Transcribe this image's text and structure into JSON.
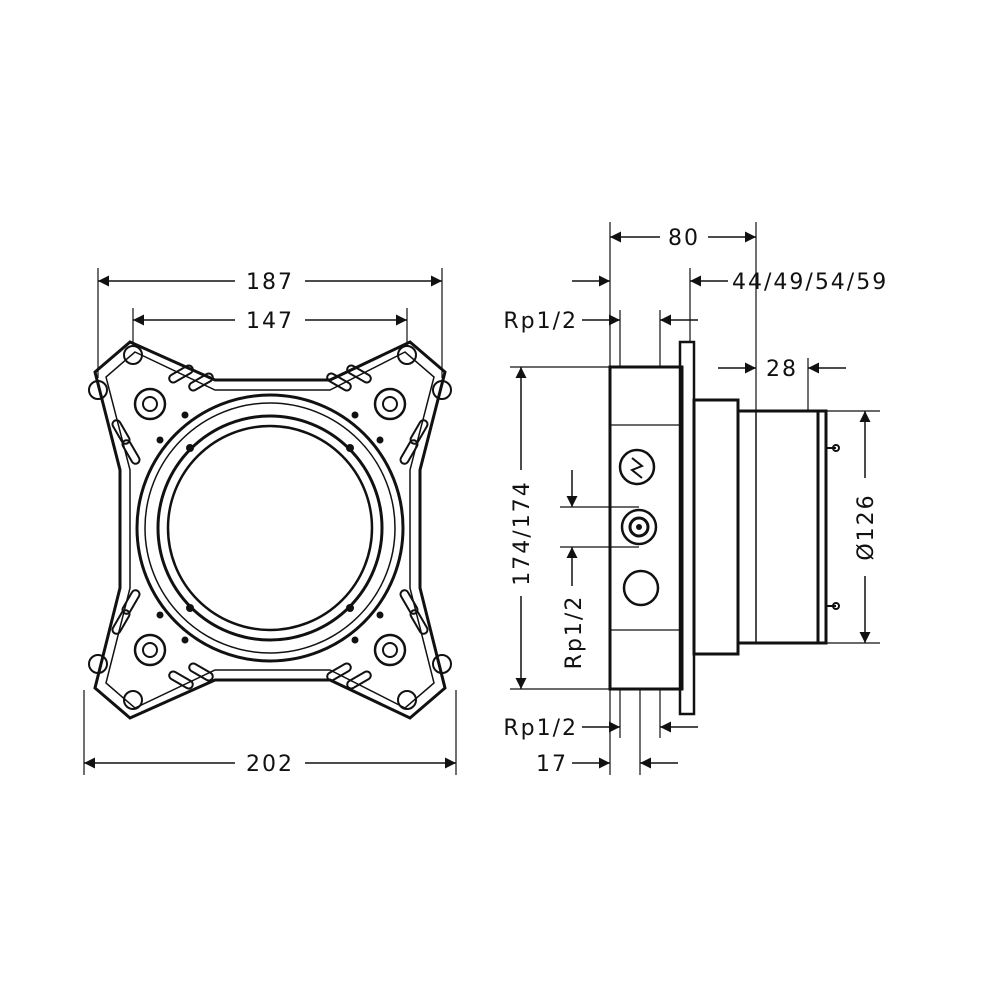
{
  "front_view": {
    "width_outer": "187",
    "width_holes": "147",
    "width_total": "202"
  },
  "side_view": {
    "depth_total": "80",
    "depth_range": "44/49/54/59",
    "thread_top": "Rp1/2",
    "thread_bottom": "Rp1/2",
    "thread_mid": "Rp1/2",
    "collar": "28",
    "height": "174/174",
    "diameter": "Ø126",
    "offset": "17"
  },
  "colors": {
    "line": "#111111",
    "background": "#ffffff"
  }
}
